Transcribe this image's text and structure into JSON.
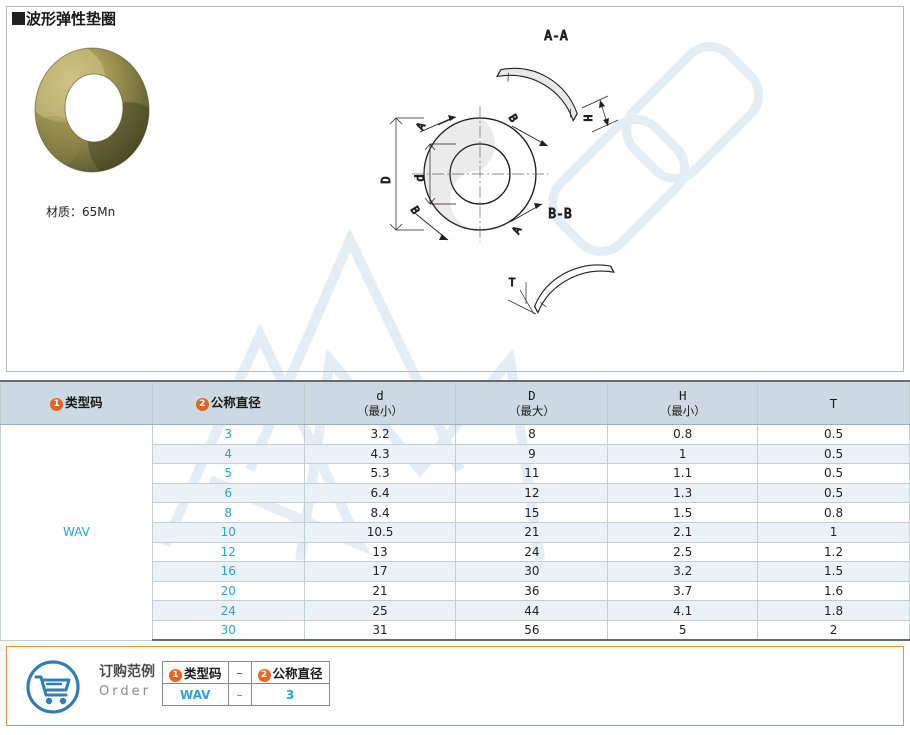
{
  "page": {
    "title": "波形弹性垫圈",
    "material_label": "材质：65Mn"
  },
  "drawing": {
    "labels": {
      "section_aa": "A-A",
      "section_bb": "B-B",
      "outer_diameter": "D",
      "inner_diameter": "d",
      "height": "H",
      "thickness": "T",
      "section_mark_a1": "A",
      "section_mark_a2": "A",
      "section_mark_b1": "B",
      "section_mark_b2": "B"
    }
  },
  "table": {
    "headers": [
      {
        "num": "1",
        "label": "类型码",
        "sub": ""
      },
      {
        "num": "2",
        "label": "公称直径",
        "sub": ""
      },
      {
        "num": "",
        "label": "d",
        "sub": "（最小）"
      },
      {
        "num": "",
        "label": "D",
        "sub": "（最大）"
      },
      {
        "num": "",
        "label": "H",
        "sub": "（最小）"
      },
      {
        "num": "",
        "label": "T",
        "sub": ""
      }
    ],
    "type_code": "WAV",
    "rows": [
      {
        "nominal": "3",
        "d": "3.2",
        "D": "8",
        "H": "0.8",
        "T": "0.5"
      },
      {
        "nominal": "4",
        "d": "4.3",
        "D": "9",
        "H": "1",
        "T": "0.5"
      },
      {
        "nominal": "5",
        "d": "5.3",
        "D": "11",
        "H": "1.1",
        "T": "0.5"
      },
      {
        "nominal": "6",
        "d": "6.4",
        "D": "12",
        "H": "1.3",
        "T": "0.5"
      },
      {
        "nominal": "8",
        "d": "8.4",
        "D": "15",
        "H": "1.5",
        "T": "0.8"
      },
      {
        "nominal": "10",
        "d": "10.5",
        "D": "21",
        "H": "2.1",
        "T": "1"
      },
      {
        "nominal": "12",
        "d": "13",
        "D": "24",
        "H": "2.5",
        "T": "1.2"
      },
      {
        "nominal": "16",
        "d": "17",
        "D": "30",
        "H": "3.2",
        "T": "1.5"
      },
      {
        "nominal": "20",
        "d": "21",
        "D": "36",
        "H": "3.7",
        "T": "1.6"
      },
      {
        "nominal": "24",
        "d": "25",
        "D": "44",
        "H": "4.1",
        "T": "1.8"
      },
      {
        "nominal": "30",
        "d": "31",
        "D": "56",
        "H": "5",
        "T": "2"
      }
    ]
  },
  "order": {
    "label_cn": "订购范例",
    "label_en": "Order",
    "header_type_num": "1",
    "header_type_label": "类型码",
    "header_nom_num": "2",
    "header_nom_label": "公称直径",
    "dash": "–",
    "value_type": "WAV",
    "value_dash": "–",
    "value_nom": "3"
  },
  "colors": {
    "accent_blue": "#29a3e0",
    "accent_orange": "#e8641c",
    "header_bg": "#ccd9e2",
    "row_alt_bg": "#eaf2f8",
    "order_border": "#e8913a"
  }
}
